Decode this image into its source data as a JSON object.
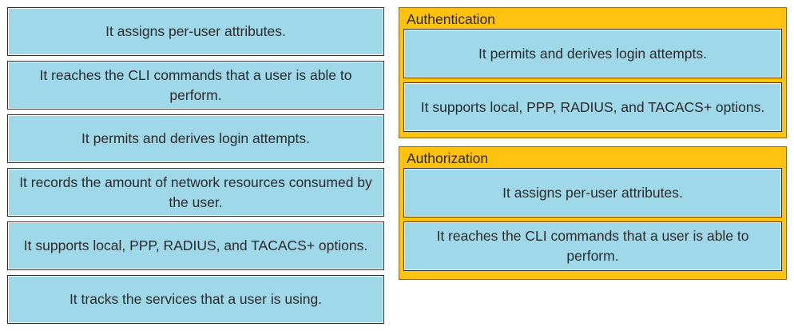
{
  "options": [
    "It assigns per-user attributes.",
    "It reaches the CLI commands that a user is able to perform.",
    "It permits and derives login attempts.",
    "It records the amount of network resources consumed by the user.",
    "It supports local, PPP, RADIUS, and TACACS+ options.",
    "It tracks the services that a user is using."
  ],
  "targets": {
    "authentication": {
      "title": "Authentication",
      "items": [
        "It permits and derives login attempts.",
        "It supports local, PPP, RADIUS, and TACACS+ options."
      ]
    },
    "authorization": {
      "title": "Authorization",
      "items": [
        "It assigns per-user attributes.",
        "It reaches the CLI commands that a user is able to perform."
      ]
    }
  },
  "colors": {
    "card_fill": "#9fd8e8",
    "target_fill": "#ffc20e"
  }
}
